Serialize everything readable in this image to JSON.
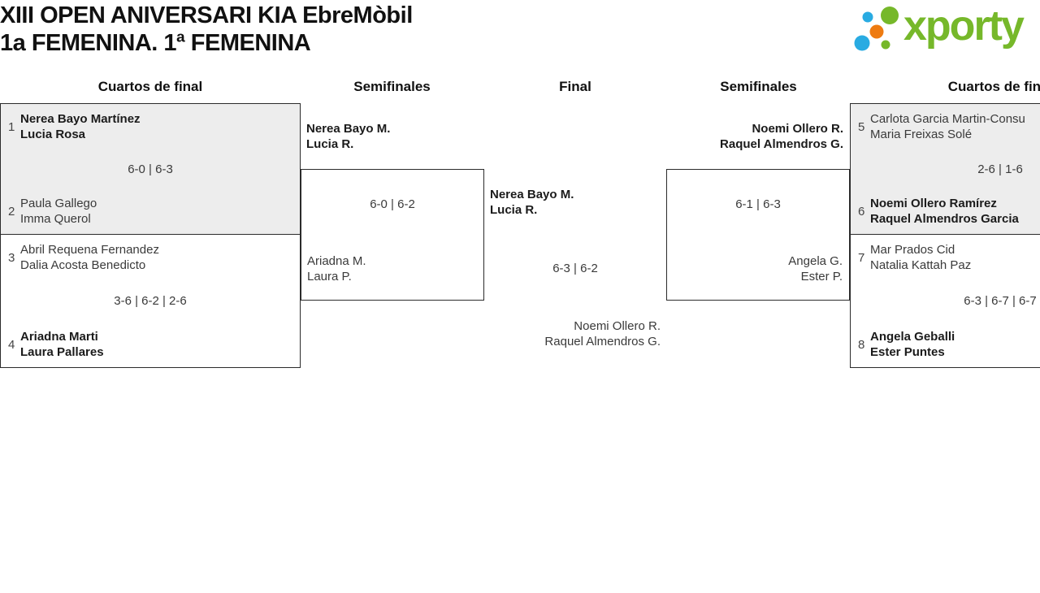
{
  "header": {
    "title_line1": "XIII OPEN ANIVERSARI KIA EbreMòbil",
    "title_line2": "1a FEMENINA. 1ª FEMENINA",
    "logo_text": "xporty"
  },
  "colors": {
    "logo_green": "#76b82a",
    "logo_blue": "#29abe2",
    "logo_orange": "#ee7b11",
    "box_gray": "#ededed",
    "border": "#2b2b2b"
  },
  "rounds": {
    "qf_left": "Cuartos de final",
    "sf_left": "Semifinales",
    "final": "Final",
    "sf_right": "Semifinales",
    "qf_right": "Cuartos de final"
  },
  "matches": {
    "qf1": {
      "seed_top": "1",
      "top": [
        "Nerea Bayo Martínez",
        "Lucia Rosa"
      ],
      "score": "6-0 | 6-3",
      "seed_bottom": "2",
      "bottom": [
        "Paula Gallego",
        "Imma Querol"
      ]
    },
    "qf2": {
      "seed_top": "3",
      "top": [
        "Abril Requena Fernandez",
        "Dalia Acosta Benedicto"
      ],
      "score": "3-6 | 6-2 | 2-6",
      "seed_bottom": "4",
      "bottom": [
        "Ariadna Marti",
        "Laura Pallares"
      ]
    },
    "qf3": {
      "seed_top": "5",
      "top": [
        "Carlota Garcia Martin-Consu",
        "Maria Freixas Solé"
      ],
      "score": "2-6 | 1-6",
      "seed_bottom": "6",
      "bottom": [
        "Noemi Ollero Ramírez",
        "Raquel Almendros Garcia"
      ]
    },
    "qf4": {
      "seed_top": "7",
      "top": [
        "Mar Prados Cid",
        "Natalia Kattah Paz"
      ],
      "score": "6-3 | 6-7 | 6-7",
      "seed_bottom": "8",
      "bottom": [
        "Angela Geballi",
        "Ester Puntes"
      ]
    },
    "sf1": {
      "winner": [
        "Nerea Bayo M.",
        "Lucia R."
      ],
      "score": "6-0 | 6-2",
      "loser": [
        "Ariadna M.",
        "Laura P."
      ]
    },
    "sf2": {
      "winner": [
        "Noemi Ollero R.",
        "Raquel Almendros G."
      ],
      "score": "6-1 | 6-3",
      "loser": [
        "Angela G.",
        "Ester P."
      ]
    },
    "final": {
      "winner": [
        "Nerea Bayo M.",
        "Lucia R."
      ],
      "score": "6-3 | 6-2",
      "loser": [
        "Noemi Ollero R.",
        "Raquel Almendros G."
      ]
    }
  }
}
